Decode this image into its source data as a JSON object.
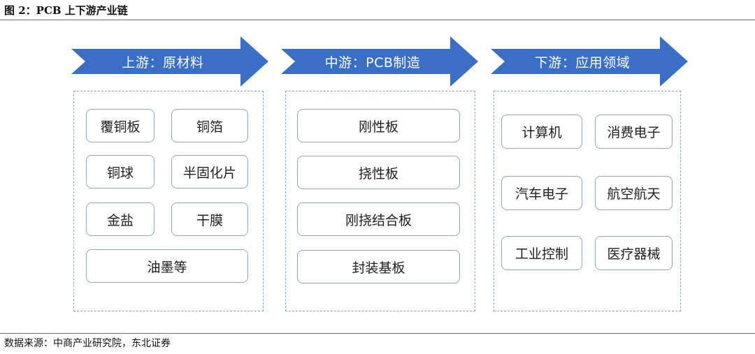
{
  "figure": {
    "title": "图 2：PCB 上下游产业链",
    "source": "数据来源：中商产业研究院，东北证券"
  },
  "colors": {
    "arrow_fill": "#3a6fc6",
    "box_border": "#8da7c7",
    "panel_border": "#8aa6c6"
  },
  "stages": [
    {
      "header": "上游：原材料",
      "items": [
        "覆铜板",
        "铜箔",
        "铜球",
        "半固化片",
        "金盐",
        "干膜",
        "油墨等"
      ]
    },
    {
      "header": "中游：PCB制造",
      "items": [
        "刚性板",
        "挠性板",
        "刚挠结合板",
        "封装基板"
      ]
    },
    {
      "header": "下游：应用领域",
      "items": [
        "计算机",
        "消费电子",
        "汽车电子",
        "航空航天",
        "工业控制",
        "医疗器械"
      ]
    }
  ]
}
